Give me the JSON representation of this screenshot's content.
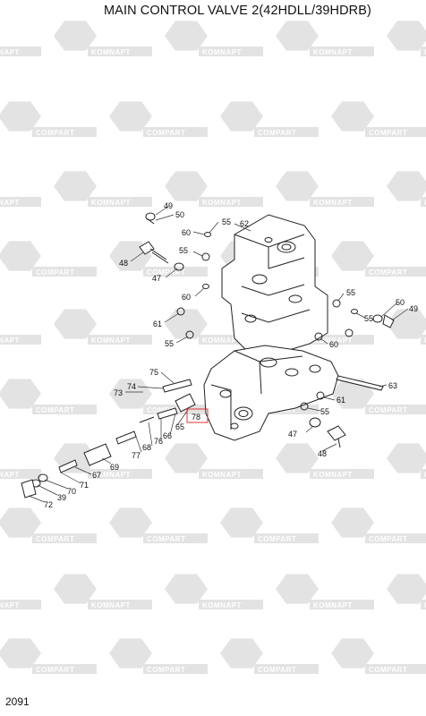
{
  "title": "MAIN CONTROL VALVE 2(42HDLL/39HDRB)",
  "page_number": "2091",
  "watermark": {
    "texts": [
      "KOMNAPT",
      "COMPART"
    ],
    "color": "#e3e3e3"
  },
  "callouts": [
    {
      "id": "c49a",
      "label": "49"
    },
    {
      "id": "c50a",
      "label": "50"
    },
    {
      "id": "c55a",
      "label": "55"
    },
    {
      "id": "c62",
      "label": "62"
    },
    {
      "id": "c60a",
      "label": "60"
    },
    {
      "id": "c55b",
      "label": "55"
    },
    {
      "id": "c48a",
      "label": "48"
    },
    {
      "id": "c47a",
      "label": "47"
    },
    {
      "id": "c60b",
      "label": "60"
    },
    {
      "id": "c61a",
      "label": "61"
    },
    {
      "id": "c55c",
      "label": "55"
    },
    {
      "id": "c55d",
      "label": "55"
    },
    {
      "id": "c55e",
      "label": "55"
    },
    {
      "id": "c50b",
      "label": "50"
    },
    {
      "id": "c49b",
      "label": "49"
    },
    {
      "id": "c60c",
      "label": "60"
    },
    {
      "id": "c75",
      "label": "75"
    },
    {
      "id": "c74",
      "label": "74"
    },
    {
      "id": "c73",
      "label": "73"
    },
    {
      "id": "c63",
      "label": "63"
    },
    {
      "id": "c61b",
      "label": "61"
    },
    {
      "id": "c55f",
      "label": "55"
    },
    {
      "id": "c78",
      "label": "78"
    },
    {
      "id": "c65",
      "label": "65"
    },
    {
      "id": "c66",
      "label": "66"
    },
    {
      "id": "c76",
      "label": "76"
    },
    {
      "id": "c68",
      "label": "68"
    },
    {
      "id": "c77",
      "label": "77"
    },
    {
      "id": "c47b",
      "label": "47"
    },
    {
      "id": "c48b",
      "label": "48"
    },
    {
      "id": "c69",
      "label": "69"
    },
    {
      "id": "c67",
      "label": "67"
    },
    {
      "id": "c71",
      "label": "71"
    },
    {
      "id": "c70",
      "label": "70"
    },
    {
      "id": "c39",
      "label": "39"
    },
    {
      "id": "c72",
      "label": "72"
    }
  ],
  "highlight_color": "#e0303a"
}
